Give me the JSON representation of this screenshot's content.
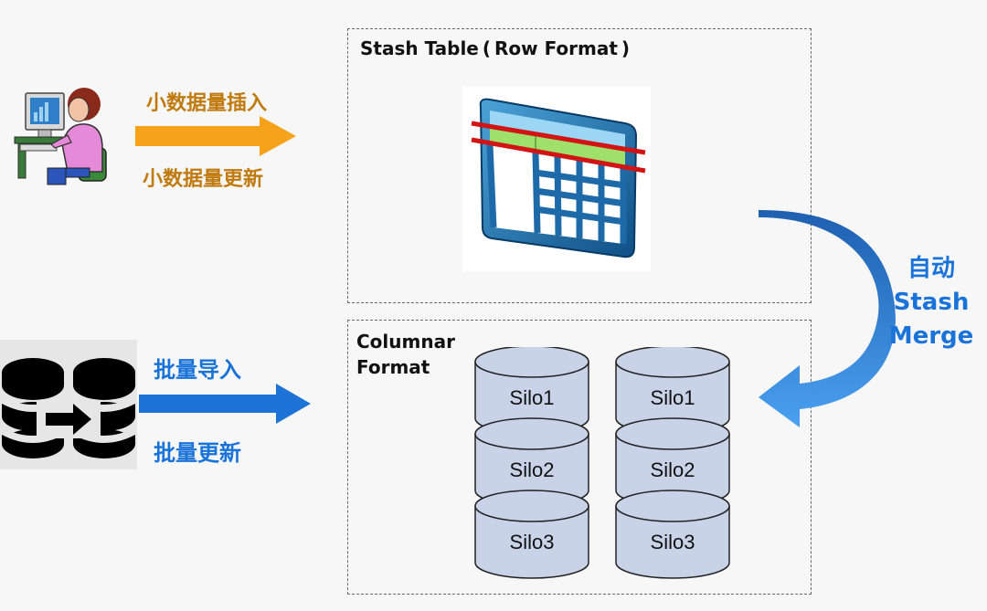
{
  "stash_box": {
    "title": "Stash Table ( Row Format )"
  },
  "columnar_box": {
    "title_line1": "Columnar",
    "title_line2": "Format"
  },
  "small_data": {
    "insert_label": "小数据量插入",
    "update_label": "小数据量更新"
  },
  "bulk_data": {
    "import_label": "批量导入",
    "update_label": "批量更新"
  },
  "merge": {
    "line1": "自动",
    "line2": "Stash",
    "line3": "Merge"
  },
  "silos": {
    "left": [
      "Silo1",
      "Silo2",
      "Silo3"
    ],
    "right": [
      "Silo1",
      "Silo2",
      "Silo3"
    ]
  },
  "icons": {
    "person": "person-at-computer-icon",
    "database_transfer": "database-transfer-icon",
    "table": "table-grid-icon"
  },
  "colors": {
    "orange_arrow": "#f7a21b",
    "blue_arrow": "#1e74d6",
    "orange_text": "#c07a0e",
    "blue_text": "#1a73d9",
    "silo_fill": "#c9d3e8"
  }
}
